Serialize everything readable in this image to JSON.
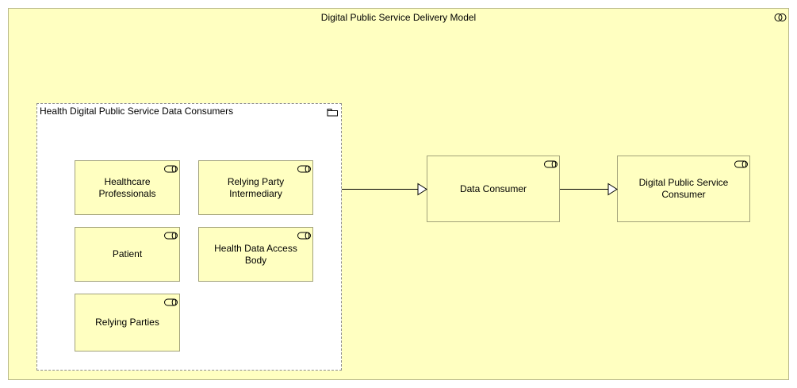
{
  "diagram": {
    "title": "Digital Public Service Delivery Model",
    "group": {
      "label": "Health Digital Public Service Data Consumers",
      "roles": [
        "Healthcare Professionals",
        "Relying Party Intermediary",
        "Patient",
        "Health Data Access Body",
        "Relying Parties"
      ]
    },
    "data_consumer": "Data Consumer",
    "digital_public_service_consumer": "Digital Public Service Consumer"
  },
  "colors": {
    "element_fill": "#ffffc1",
    "element_border": "#a2a27a",
    "group_fill": "#ffffff",
    "group_border": "#8c8c8c",
    "line": "#000000"
  },
  "icons": {
    "model": "interaction-icon",
    "group": "folder-icon",
    "role": "role-icon"
  }
}
